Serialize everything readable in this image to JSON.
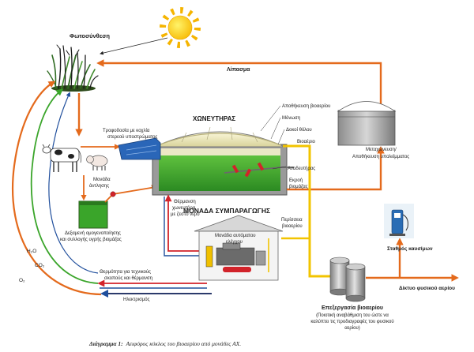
{
  "labels": {
    "photosynthesis": "Φωτοσύνθεση",
    "fertilizer": "Λίπασμα",
    "digester_title": "ΧΩΝΕΥΤΗΡΑΣ",
    "biogas_storage": "Αποθήκευση βιοαερίου",
    "insulation": "Μόνωση",
    "dome_beams": "Δοκοί θόλου",
    "biogas": "Βιοαέριο",
    "agitator": "Αναδευτήρας",
    "outflow_1": "Εκροή",
    "outflow_2": "βιομάζας",
    "feed_1": "Τροφοδοσία με κοχλία",
    "feed_2": "στερεού υποστρώματος",
    "pump_1": "Μονάδα",
    "pump_2": "άντλησης",
    "heating_1": "Θέρμανση",
    "heating_2": "χωνευτήρα",
    "heating_3": "με ζεστό νερό",
    "chp_title": "ΜΟΝΑΔΑ ΣΥΜΠΑΡΑΓΩΓΗΣ",
    "excess_1": "Περίσσεια",
    "excess_2": "βιοαερίου",
    "post_1": "Μεταχώνευση/",
    "post_2": "Αποθήκευση υπολείμματος",
    "tank_1": "Δεξαμενή ομογενοποίησης",
    "tank_2": "και συλλογής υγρής βιομάζας",
    "control_1": "Μονάδα αυτόματου",
    "control_2": "ελέγχου",
    "fuel_station": "Σταθμός καυσίμων",
    "h2o": "H₂O",
    "co2": "CO₂",
    "o2": "O₂",
    "heat_1": "Θερμότητα για τεχνικούς",
    "heat_2": "σκοπούς και θέρμανση",
    "electricity": "Ηλεκτρισμός",
    "processing_title": "Επεξεργασία βιοαερίου",
    "processing_1": "(Ποιοτική αναβάθμιση του ώστε να",
    "processing_2": "καλύπτει τις προδιαγραφές του φυσικού",
    "processing_3": "αερίου)",
    "gas_grid": "Δίκτυο φυσικού αερίου"
  },
  "caption": {
    "label": "Διάγραμμα 1:",
    "text": "Αειφόρος κύκλος του βιοαερίου από μονάδες ΑΧ."
  },
  "colors": {
    "flow_orange": "#e46a1c",
    "biogas_yellow": "#f2c400",
    "heat_red": "#d2232a",
    "water_blue": "#1f4e9c",
    "biomass_green": "#3aa52a"
  }
}
